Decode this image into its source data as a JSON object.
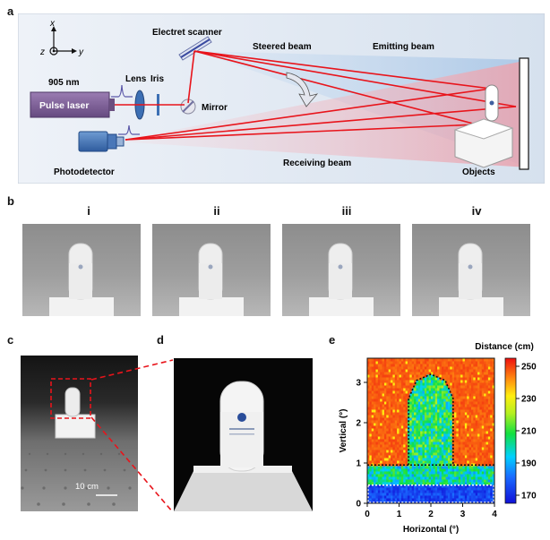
{
  "panels": {
    "a": "a",
    "b": "b",
    "c": "c",
    "d": "d",
    "e": "e"
  },
  "schematic": {
    "axis_x": "x",
    "axis_y": "y",
    "axis_z": "z",
    "wavelength": "905 nm",
    "pulse_laser": "Pulse laser",
    "lens": "Lens",
    "iris": "Iris",
    "electret_scanner": "Electret scanner",
    "steered_beam": "Steered beam",
    "emitting_beam": "Emitting beam",
    "mirror": "Mirror",
    "photodetector": "Photodetector",
    "receiving_beam": "Receiving beam",
    "objects": "Objects",
    "colors": {
      "background": "#dde4ee",
      "beam": "#e8141b",
      "laser_box": "#7a5a92",
      "detector": "#3f6fb0"
    }
  },
  "photos_b": {
    "labels": [
      "i",
      "ii",
      "iii",
      "iv"
    ]
  },
  "photo_c": {
    "scale_label": "10 cm"
  },
  "chart_data": {
    "type": "heatmap",
    "xlabel": "Horizontal (°)",
    "ylabel": "Vertical (°)",
    "colorbar_label": "Distance (cm)",
    "xlim": [
      0,
      4
    ],
    "ylim": [
      0,
      3.6
    ],
    "x_ticks": [
      "0",
      "1",
      "2",
      "3",
      "4"
    ],
    "y_ticks": [
      "0",
      "1",
      "2",
      "3"
    ],
    "colorbar_ticks": [
      "170",
      "190",
      "210",
      "230",
      "250"
    ],
    "colorbar_range": [
      165,
      255
    ],
    "background_value": 250,
    "object_outline": [
      [
        1.3,
        0.95
      ],
      [
        1.3,
        2.6
      ],
      [
        1.55,
        3.05
      ],
      [
        2.0,
        3.2
      ],
      [
        2.45,
        3.05
      ],
      [
        2.7,
        2.6
      ],
      [
        2.7,
        0.95
      ]
    ],
    "table_top_line": [
      [
        0,
        0.95
      ],
      [
        4,
        0.95
      ]
    ],
    "base_box": [
      [
        0,
        0
      ],
      [
        4,
        0.45
      ]
    ],
    "regions": [
      {
        "name": "object",
        "value": 205
      },
      {
        "name": "table",
        "value": 200
      },
      {
        "name": "base",
        "value": 175
      }
    ]
  }
}
